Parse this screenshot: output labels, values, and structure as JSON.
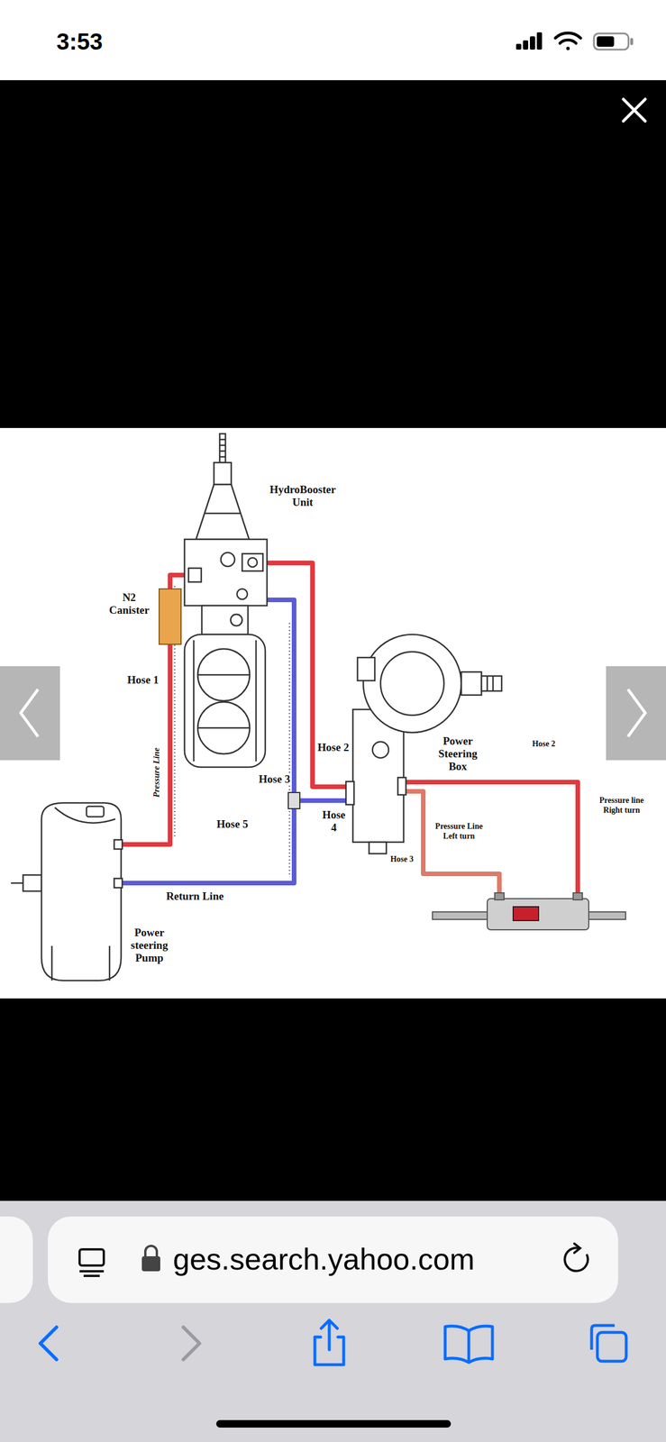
{
  "diagram": {
    "labels": [
      "3:53",
      "HydroBooster Unit",
      "N2 Canister",
      "Hose 1",
      "Pressure Line",
      "Hose 2",
      "Power Steering Box",
      "Hose 2",
      "Pressure line Right turn",
      "Hose 3",
      "Hose 5",
      "Hose 4",
      "Pressure Line Left turn",
      "Hose 3",
      "Return Line",
      "Power steering Pump",
      "ges.search.yahoo.com"
    ]
  }
}
